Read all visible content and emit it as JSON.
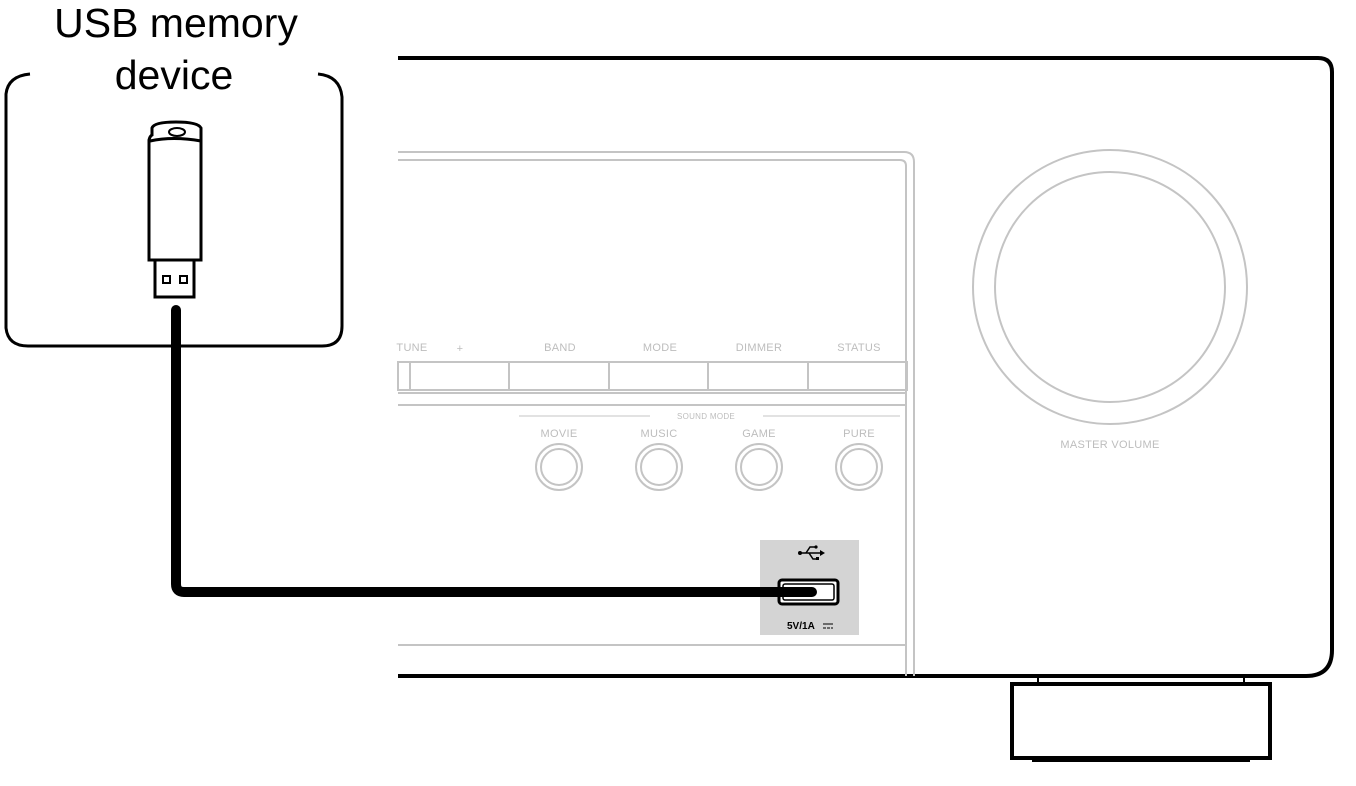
{
  "usb_device_label": {
    "line1": "USB memory",
    "line2": "device"
  },
  "front_panel": {
    "buttons_top": [
      "TUNE",
      "+",
      "BAND",
      "MODE",
      "DIMMER",
      "STATUS"
    ],
    "sound_mode_label": "SOUND MODE",
    "sound_mode_buttons": [
      "MOVIE",
      "MUSIC",
      "GAME",
      "PURE"
    ],
    "master_volume_label": "MASTER VOLUME",
    "usb_port_rating": "5V/1A",
    "usb_symbol": "usb-icon"
  },
  "colors": {
    "outline": "#000000",
    "panel_grey": "#c4c4c4",
    "port_background": "#d4d4d4"
  }
}
